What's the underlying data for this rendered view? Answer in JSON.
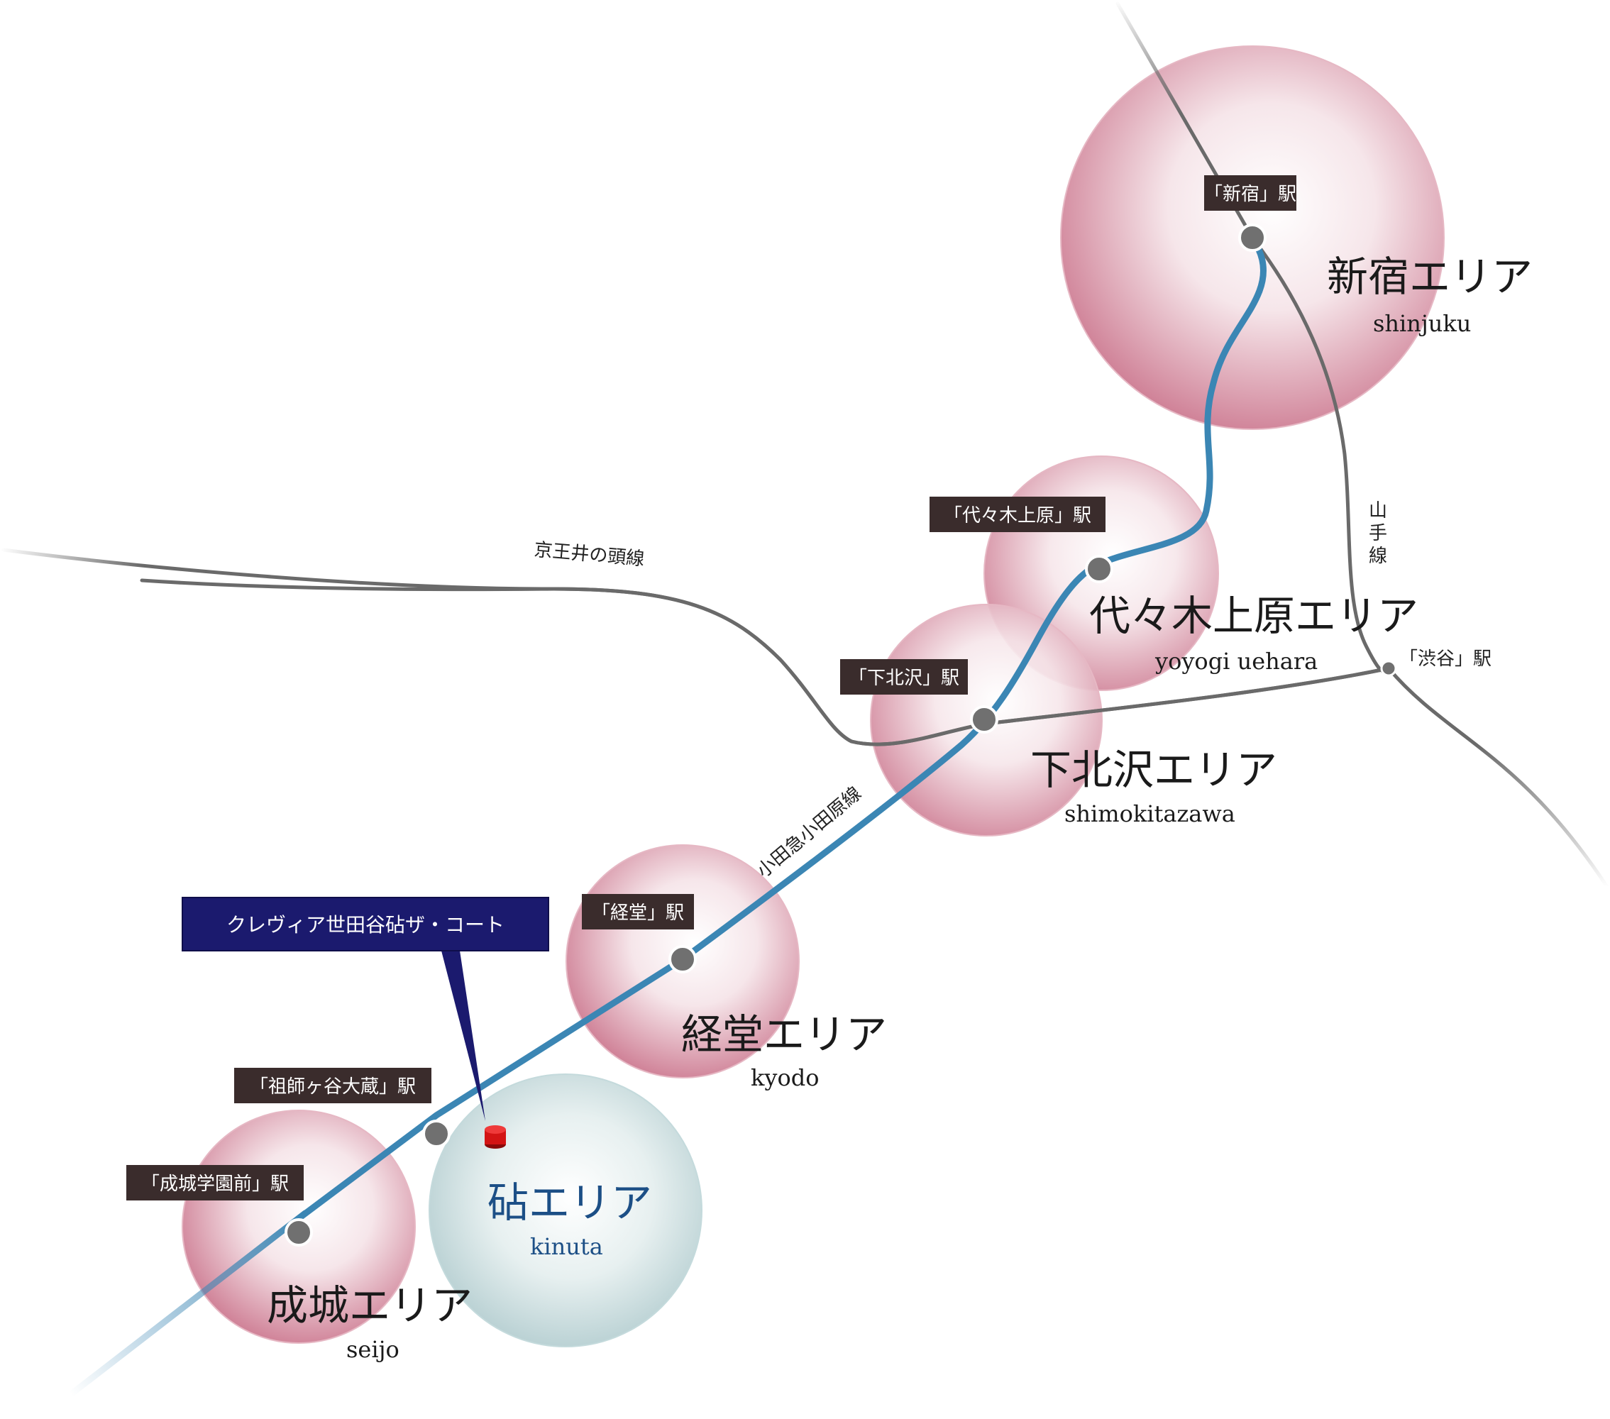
{
  "colors": {
    "area_fill": "#d68c9f",
    "kinuta_fill": "#b6d0d3",
    "odakyu_line": "#3b86b4",
    "other_lines": "#6a6a6a",
    "station_dot": "#707070",
    "label_bg": "#3a2c2c",
    "property_box": "#1b1a6e",
    "property_marker": "#d31414"
  },
  "areas": {
    "shinjuku": {
      "name": "新宿エリア",
      "romaji": "shinjuku"
    },
    "yoyogi": {
      "name": "代々木上原エリア",
      "romaji": "yoyogi uehara"
    },
    "shimokita": {
      "name": "下北沢エリア",
      "romaji": "shimokitazawa"
    },
    "kyodo": {
      "name": "経堂エリア",
      "romaji": "kyodo"
    },
    "kinuta": {
      "name": "砧エリア",
      "romaji": "kinuta"
    },
    "seijo": {
      "name": "成城エリア",
      "romaji": "seijo"
    }
  },
  "stations": {
    "shinjuku": "「新宿」駅",
    "yoyogi": "「代々木上原」駅",
    "shimokita": "「下北沢」駅",
    "kyodo": "「経堂」駅",
    "soshigaya": "「祖師ヶ谷大蔵」駅",
    "seijo": "「成城学園前」駅",
    "shibuya": "「渋谷」駅"
  },
  "lines": {
    "keio_inokashira": "京王井の頭線",
    "yamanote": [
      "山",
      "手",
      "線"
    ],
    "odakyu": "小田急小田原線"
  },
  "property": {
    "name": "クレヴィア世田谷砧ザ・コート"
  }
}
